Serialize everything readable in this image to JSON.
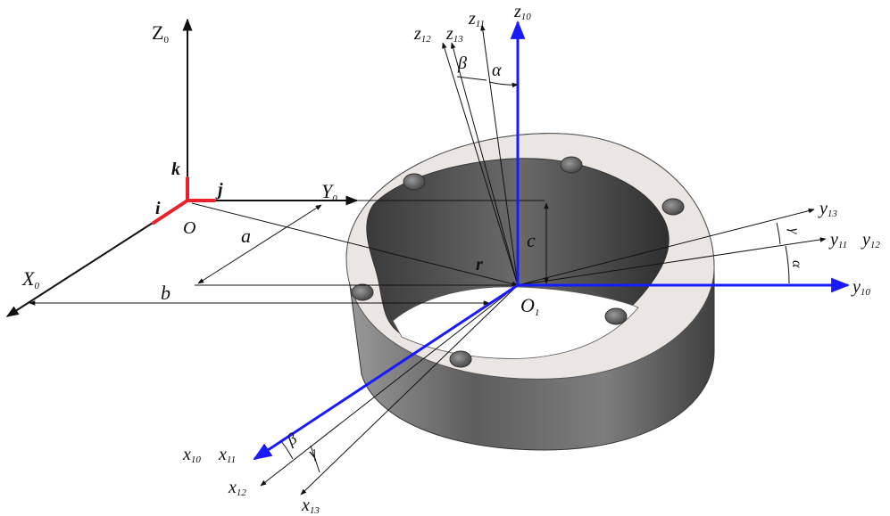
{
  "labels": {
    "Z0": "Z",
    "Z0_sub": "0",
    "Y0": "Y",
    "Y0_sub": "0",
    "X0": "X",
    "X0_sub": "0",
    "O": "O",
    "i": "i",
    "j": "j",
    "k": "k",
    "a": "a",
    "b": "b",
    "c": "c",
    "r": "r",
    "O1": "O",
    "O1_sub": "1",
    "z10": "z",
    "z10_sub": "10",
    "z11": "z",
    "z11_sub": "11",
    "z12": "z",
    "z12_sub": "12",
    "z13": "z",
    "z13_sub": "13",
    "y10": "y",
    "y10_sub": "10",
    "y11": "y",
    "y11_sub": "11",
    "y12": "y",
    "y12_sub": "12",
    "y13": "y",
    "y13_sub": "13",
    "x10": "x",
    "x10_sub": "10",
    "x11": "x",
    "x11_sub": "11",
    "x12": "x",
    "x12_sub": "12",
    "x13": "x",
    "x13_sub": "13",
    "alpha": "α",
    "beta": "β",
    "beta_x": "β",
    "gamma_x": "γ",
    "gamma_y": "γ",
    "alpha_y": "α"
  },
  "colors": {
    "base_frame": "#111111",
    "unit_vectors": "#e8212b",
    "body_frame": "#1a1aff",
    "ring_side": "#6f6f6f",
    "ring_top": "#ebe6e1",
    "ring_inner": "#4a4a4a"
  }
}
